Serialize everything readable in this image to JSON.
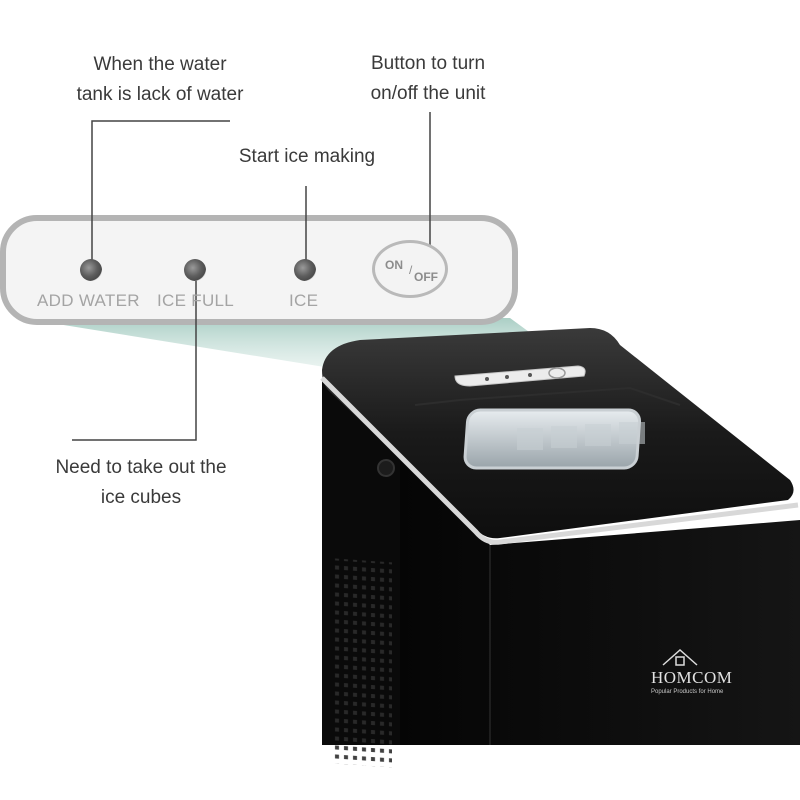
{
  "callouts": {
    "add_water_line1": "When the water",
    "add_water_line2": "tank is lack of water",
    "power_line1": "Button to turn",
    "power_line2": "on/off the unit",
    "ice_making": "Start ice making",
    "ice_full_line1": "Need to take out the",
    "ice_full_line2": "ice cubes"
  },
  "panel": {
    "add_water": "ADD WATER",
    "ice_full": "ICE FULL",
    "ice": "ICE",
    "on": "ON",
    "slash": "/",
    "off": "OFF"
  },
  "brand": {
    "name": "HOMCOM",
    "tagline": "Popular Products for Home"
  },
  "colors": {
    "machine_body": "#0b0b0b",
    "panel_border": "#b4b4b4",
    "panel_face": "#f4f4f4",
    "callout_line": "#444444",
    "zoom_beam": "#9fc7bb"
  }
}
